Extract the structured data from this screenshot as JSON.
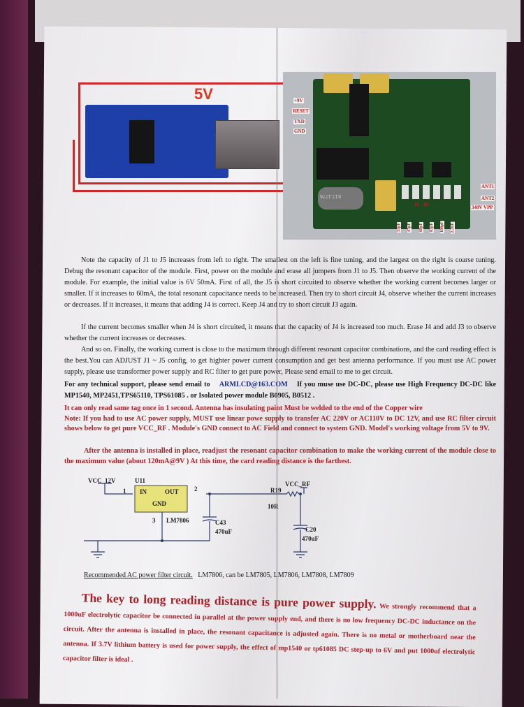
{
  "photo": {
    "usb_voltage_label": "5V",
    "pin_labels": [
      "+9V",
      "RESET",
      "TXD",
      "GND"
    ],
    "antenna_labels": [
      "ANT1",
      "ANT2",
      "340V VPP"
    ],
    "jumper_label": "J1 - J5",
    "capacitor_values": [
      "33pF",
      "47pF",
      "68pF",
      "82pF",
      "100pF",
      "2.2nF"
    ],
    "crystal_marking": "K17.1776"
  },
  "paragraphs": [
    "Note the capacity of J1 to J5 increases from left to right. The smallest on the left is fine tuning, and the largest on the right is coarse tuning. Debug the resonant capacitor of the module. First, power on the module and erase all jumpers from J1 to J5. Then observe the working current of the module. For example, the initial value is 6V 50mA. First of all, the J5 is short circuited to observe whether the working current becomes larger or smaller. If it increases to 60mA, the total resonant capacitance needs to be increased. Then try to short circuit J4, observe whether the current increases or decreases. If it increases, it means that adding J4 is correct. Keep J4 and try to short circuit J3 again.",
    "If the current becomes smaller when J4 is short circuited, it means that the capacity of J4 is increased too much. Erase J4 and add J3 to observe whether the current increases or decreases.",
    "And so on. Finally, the working current is close to the maximum through different resonant capacitor combinations, and the card reading effect is the best.You can ADJUST J1 ~ J5 config, to get highter power current consumption and get best antenna performance. If you must use AC power supply, please use transformer power supply and RC filter to get pure power, Please send email to me to get circuit."
  ],
  "support": {
    "prefix": "For any technical support, please send email to",
    "email": "ARMLCD@163.COM",
    "dcdc": "If you muse use DC-DC, please use High Frequency DC-DC like MP1540, MP2451,TPS65110, TPS61085 . or Isolated power module B0905, B0512 ."
  },
  "red_notes": [
    "It can only read same tag once in 1 second.    Antenna has insulating paint Must be welded to the end of the Copper wire",
    "Note:  If you had to use AC power supply, MUST use linear powe supply to transfer AC 220V or AC110V to DC 12V, and use RC filter circuit shows below to get pure VCC_RF .    Module's GND connect to AC Field and connect to system GND.    Model's working voltage from 5V to 9V.",
    "After the antenna is installed in place, readjust the resonant capacitor combination to make the working current of the module close to the maximum value (about 120mA@9V  ) At this time, the card reading distance is the farthest."
  ],
  "schematic": {
    "vcc_in": "VCC_12V",
    "ic_ref": "U11",
    "ic_in": "IN",
    "ic_out": "OUT",
    "ic_gnd": "GND",
    "ic_part": "LM7806",
    "pin1": "1",
    "pin2": "2",
    "pin3": "3",
    "c43": "C43",
    "c43_val": "470uF",
    "r19": "R19",
    "r19_val": "10R",
    "vcc_rf": "VCC_RF",
    "c20": "C20",
    "c20_val": "470uF",
    "ic_color": "#e8e27a"
  },
  "caption": {
    "underlined": "Recommended AC power filter circuit.",
    "rest": "LM7806, can be LM7805, LM7806, LM7808, LM7809"
  },
  "closing": {
    "heading": "The key to long reading distance is pure power supply.",
    "text": "We strongly recommend that a 1000uF electrolytic capacitor be connected in parallel at the power supply end, and there is no low frequency DC-DC inductance on the circuit. After the antenna is installed in place, the resonant capacitance is adjusted again. There is no metal or motherboard near the antenna. If 3.7V lithium battery is used for power supply, the effect of mp1540 or tp61085 DC step-up to 6V and put 1000uf electrolytic capacitor filter is ideal ."
  },
  "colors": {
    "red_text": "#a8222a",
    "blue_text": "#1c2f8a",
    "wire": "#cc2a2a",
    "pcb": "#1e4a22",
    "usb_board": "#1f3fa8"
  }
}
